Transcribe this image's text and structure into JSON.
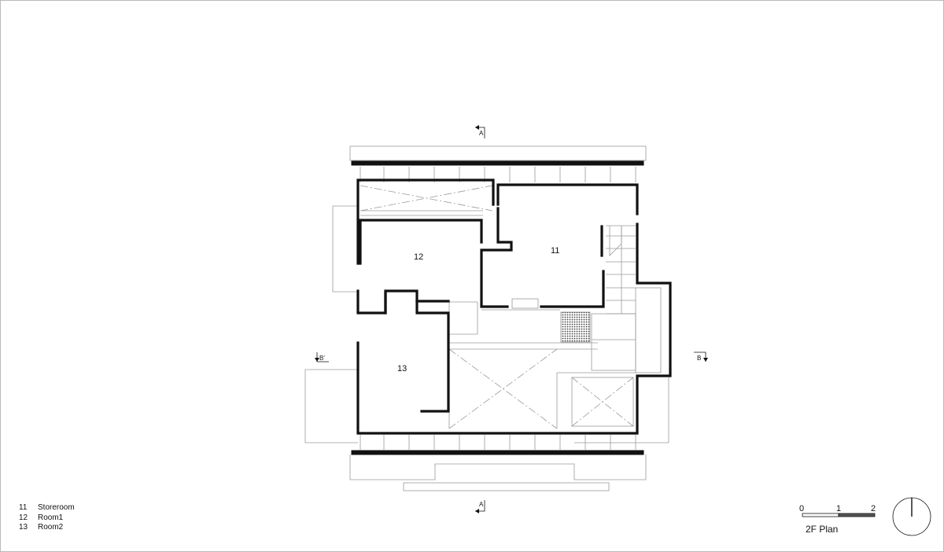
{
  "rooms": [
    {
      "number": "11",
      "name": "Storeroom"
    },
    {
      "number": "12",
      "name": "Room1"
    },
    {
      "number": "13",
      "name": "Room2"
    }
  ],
  "section_marks": {
    "top": "A",
    "bottom": "A",
    "left": "B'",
    "right": "B"
  },
  "scale_bar": {
    "labels": [
      "0",
      "1",
      "2"
    ]
  },
  "plan_title": "2F Plan",
  "colors": {
    "wall": "#111111",
    "thin_line": "#9a9a9a",
    "hatch": "#555555"
  }
}
